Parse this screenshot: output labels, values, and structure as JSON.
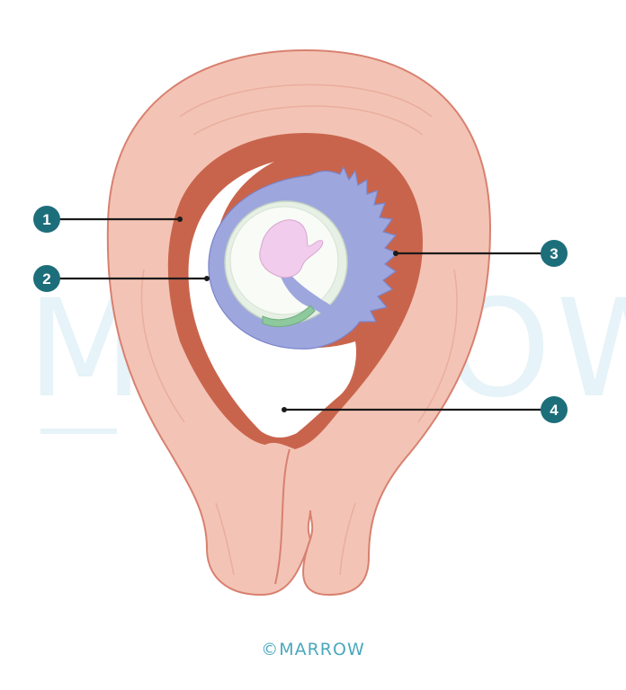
{
  "watermark": "MARROW",
  "labels": [
    {
      "id": "1",
      "text": "1"
    },
    {
      "id": "2",
      "text": "2"
    },
    {
      "id": "3",
      "text": "3"
    },
    {
      "id": "4",
      "text": "4"
    }
  ],
  "copyright": "©MARROW",
  "colors": {
    "uterine_wall": "#f3c4b5",
    "uterine_wall_line": "#d88070",
    "decidua": "#c9644c",
    "chorion": "#9ea6de",
    "amnion": "#e6f0e4",
    "embryo": "#f1ccec",
    "yolk_sac": "#8ec89d",
    "badge": "#1d6e7b",
    "brand": "#4ba8bd"
  }
}
